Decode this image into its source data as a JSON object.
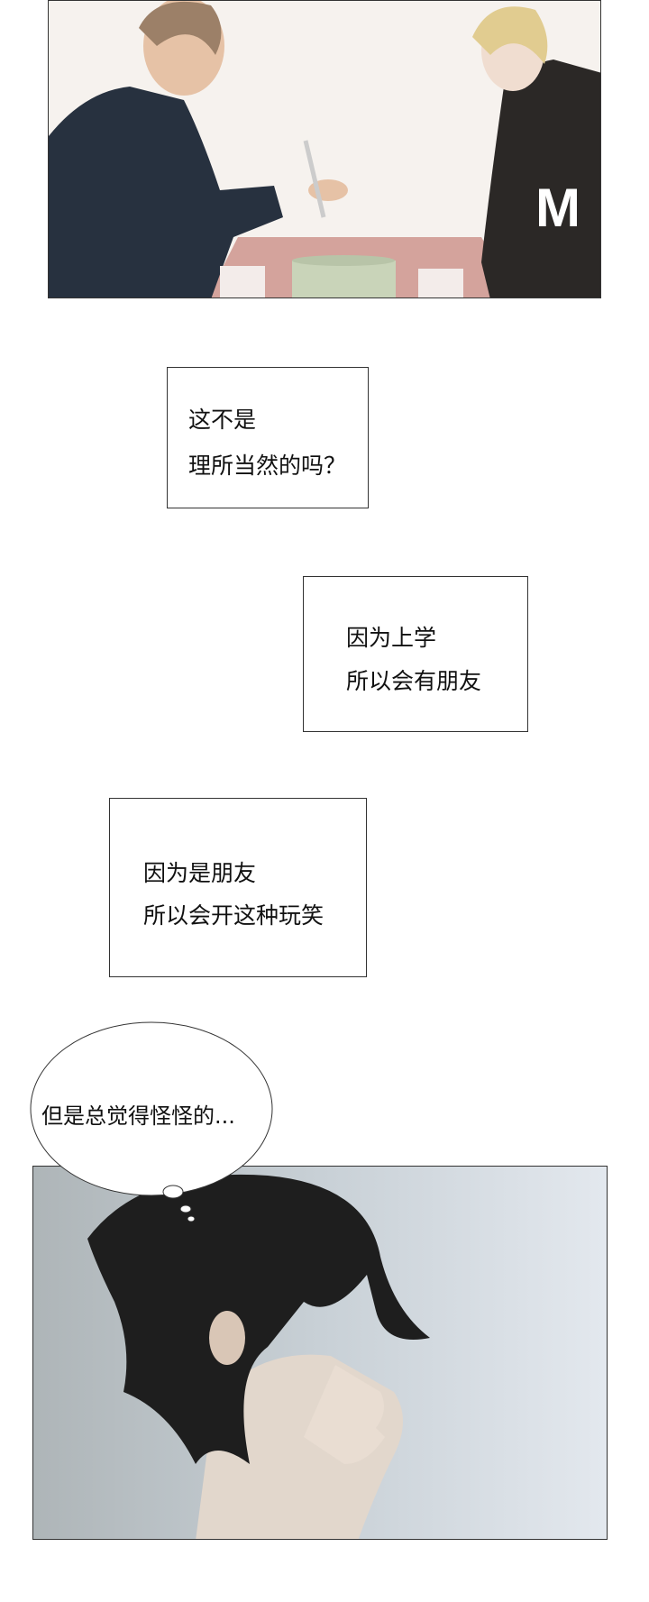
{
  "captions": [
    {
      "lines": [
        "这不是",
        "理所当然的吗？"
      ]
    },
    {
      "lines": [
        "因为上学",
        "所以会有朋友"
      ]
    },
    {
      "lines": [
        "因为是朋友",
        "所以会开这种玩笑"
      ]
    }
  ],
  "thought_bubble": {
    "text": "但是总觉得怪怪的..."
  },
  "colors": {
    "panel1_bg": "#f6f2ee",
    "table": "#d4a39c",
    "sweater": "#27313f",
    "hoodie": "#2b2826",
    "panel2_bg": "#c9d0d6",
    "hair": "#1e1e1e",
    "skin": "#e2d7cc"
  }
}
